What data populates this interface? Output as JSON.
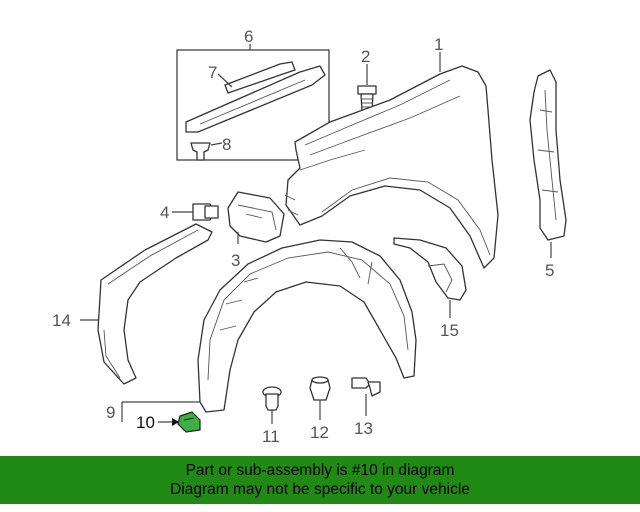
{
  "diagram": {
    "callouts": {
      "c1": "1",
      "c2": "2",
      "c3": "3",
      "c4": "4",
      "c5": "5",
      "c6": "6",
      "c7": "7",
      "c8": "8",
      "c9": "9",
      "c10": "10",
      "c11": "11",
      "c12": "12",
      "c13": "13",
      "c14": "14",
      "c15": "15"
    },
    "highlight_color": "#3cb043"
  },
  "banner": {
    "line1": "Part or sub-assembly is #10 in diagram",
    "line2": "Diagram may not be specific to your vehicle",
    "background": "#208a14"
  }
}
